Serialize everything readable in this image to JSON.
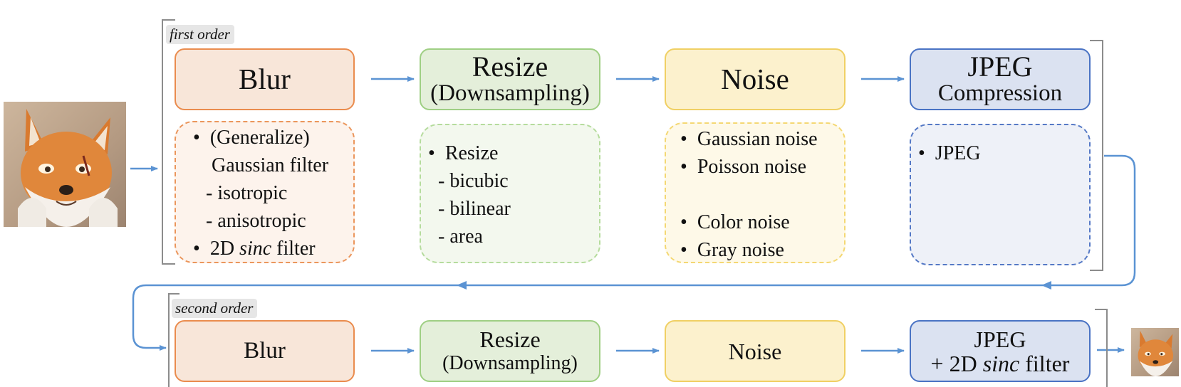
{
  "colors": {
    "arrow": "#5b93d3",
    "blur_fill": "#f8e6d9",
    "blur_border": "#ea8c4e",
    "resize_fill": "#e4efda",
    "resize_border": "#9fcf84",
    "noise_fill": "#fcf1cd",
    "noise_border": "#f0d064",
    "jpeg_fill": "#dbe2f1",
    "jpeg_border": "#4a73c4"
  },
  "first_order": {
    "label": "first order",
    "blur": {
      "title": "Blur"
    },
    "resize": {
      "title_line1": "Resize",
      "title_line2": "(Downsampling)"
    },
    "noise": {
      "title": "Noise"
    },
    "jpeg": {
      "title_line1": "JPEG",
      "title_line2": "Compression"
    }
  },
  "details": {
    "blur": {
      "b1_line1": "(Generalize)",
      "b1_line2": "Gaussian filter",
      "b1_sub1": "- isotropic",
      "b1_sub2": "- anisotropic",
      "b2_prefix": "2D ",
      "b2_italic": "sinc",
      "b2_suffix": " filter"
    },
    "resize": {
      "b1": "Resize",
      "sub1": "- bicubic",
      "sub2": "- bilinear",
      "sub3": "- area"
    },
    "noise": {
      "b1": "Gaussian noise",
      "b2": "Poisson noise",
      "b3": "Color noise",
      "b4": "Gray noise"
    },
    "jpeg": {
      "b1": "JPEG"
    },
    "bullet": "•"
  },
  "second_order": {
    "label": "second order",
    "blur": {
      "title": "Blur"
    },
    "resize": {
      "title_line1": "Resize",
      "title_line2": "(Downsampling)"
    },
    "noise": {
      "title": "Noise"
    },
    "jpeg": {
      "title_line1": "JPEG",
      "title_line2_prefix": "+ 2D ",
      "title_line2_italic": "sinc",
      "title_line2_suffix": " filter"
    }
  },
  "images": {
    "input": "fox-portrait-input",
    "output": "fox-portrait-output"
  }
}
